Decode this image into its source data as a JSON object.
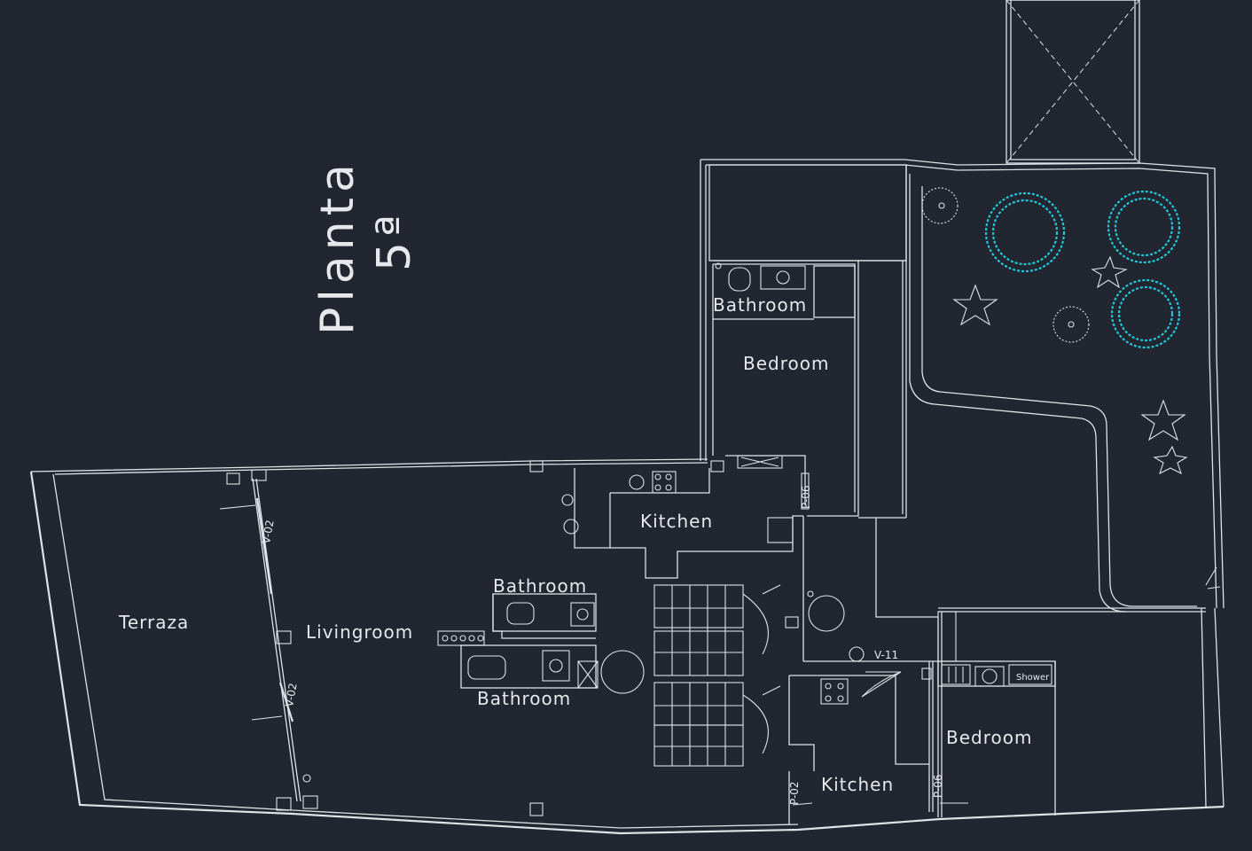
{
  "plan": {
    "title": "Planta",
    "subtitle": "5ª",
    "colors": {
      "background": "#212630",
      "lines": "#dfe2e6",
      "trees": "#22c8d8"
    },
    "rooms": {
      "bathroom_top": "Bathroom",
      "bedroom_top": "Bedroom",
      "kitchen_upper": "Kitchen",
      "bathroom_mid_upper": "Bathroom",
      "livingroom": "Livingroom",
      "terraza": "Terraza",
      "bathroom_mid_lower": "Bathroom",
      "bedroom_bottom": "Bedroom",
      "kitchen_lower": "Kitchen"
    },
    "tags": {
      "v02_upper": "V-02",
      "v02_lower": "V-02",
      "p06_upper": "P-06",
      "v11": "V-11",
      "shower": "Shower",
      "p02_lower": "P-02",
      "p06_lower": "P-06"
    },
    "icons": [
      "tree-icon",
      "palm-icon",
      "toilet-icon",
      "sink-icon",
      "stove-icon",
      "stairs-icon",
      "door-icon"
    ]
  }
}
